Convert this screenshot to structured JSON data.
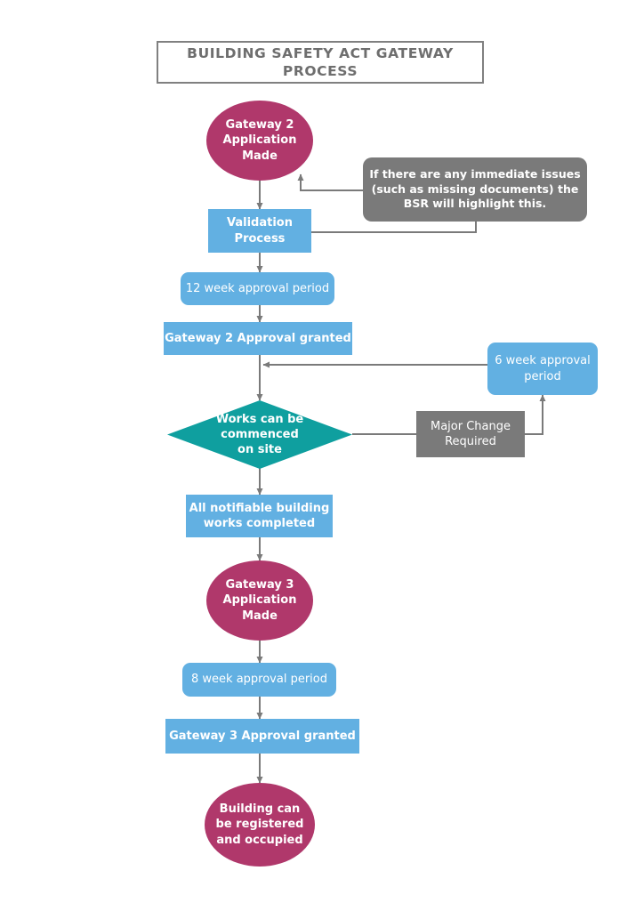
{
  "diagram": {
    "title": "BUILDING SAFETY ACT GATEWAY PROCESS",
    "type": "flowchart",
    "colors": {
      "magenta": "#b0386b",
      "blue": "#62b0e2",
      "teal": "#0f9f9f",
      "gray": "#7a7a7a",
      "title_border": "#808080",
      "title_text": "#6e6e6e",
      "connector": "#7a7a7a",
      "background": "#ffffff"
    },
    "nodes": {
      "title": {
        "label": "BUILDING SAFETY ACT GATEWAY PROCESS",
        "shape": "rectangle",
        "color": "#ffffff"
      },
      "gateway2_application": {
        "label": "Gateway 2\nApplication\nMade",
        "shape": "ellipse",
        "color": "#b0386b"
      },
      "bsr_note": {
        "label": "If there are any immediate issues\n(such as missing documents) the\nBSR will highlight this.",
        "shape": "rounded-rectangle",
        "color": "#7a7a7a"
      },
      "validation_process": {
        "label": "Validation\nProcess",
        "shape": "rectangle",
        "color": "#62b0e2"
      },
      "twelve_week": {
        "label": "12 week approval period",
        "shape": "rounded-rectangle",
        "color": "#62b0e2"
      },
      "gateway2_approval": {
        "label": "Gateway 2 Approval granted",
        "shape": "rectangle",
        "color": "#62b0e2"
      },
      "six_week": {
        "label": "6 week approval\nperiod",
        "shape": "rounded-rectangle",
        "color": "#62b0e2"
      },
      "works_commenced": {
        "label": "Works can be\ncommenced\non site",
        "shape": "diamond",
        "color": "#0f9f9f"
      },
      "major_change": {
        "label": "Major Change\nRequired",
        "shape": "rectangle",
        "color": "#7a7a7a"
      },
      "works_completed": {
        "label": "All notifiable building\nworks completed",
        "shape": "rectangle",
        "color": "#62b0e2"
      },
      "gateway3_application": {
        "label": "Gateway 3\nApplication\nMade",
        "shape": "ellipse",
        "color": "#b0386b"
      },
      "eight_week": {
        "label": "8 week approval period",
        "shape": "rounded-rectangle",
        "color": "#62b0e2"
      },
      "gateway3_approval": {
        "label": "Gateway 3 Approval granted",
        "shape": "rectangle",
        "color": "#62b0e2"
      },
      "building_occupied": {
        "label": "Building can\nbe registered\nand occupied",
        "shape": "ellipse",
        "color": "#b0386b"
      }
    },
    "edges": [
      {
        "from": "gateway2_application",
        "to": "validation_process",
        "style": "arrow-down"
      },
      {
        "from": "bsr_note",
        "to": "gateway2_application",
        "style": "elbow-arrow-up"
      },
      {
        "from": "validation_process",
        "to": "bsr_note",
        "style": "elbow-line"
      },
      {
        "from": "validation_process",
        "to": "twelve_week",
        "style": "arrow-down"
      },
      {
        "from": "twelve_week",
        "to": "gateway2_approval",
        "style": "arrow-down"
      },
      {
        "from": "gateway2_approval",
        "to": "works_commenced",
        "style": "arrow-down"
      },
      {
        "from": "six_week",
        "to": "gateway2_approval",
        "style": "elbow-arrow-left"
      },
      {
        "from": "works_commenced",
        "to": "major_change",
        "style": "line-right"
      },
      {
        "from": "major_change",
        "to": "six_week",
        "style": "elbow-arrow-up"
      },
      {
        "from": "works_commenced",
        "to": "works_completed",
        "style": "arrow-down"
      },
      {
        "from": "works_completed",
        "to": "gateway3_application",
        "style": "arrow-down"
      },
      {
        "from": "gateway3_application",
        "to": "eight_week",
        "style": "arrow-down"
      },
      {
        "from": "eight_week",
        "to": "gateway3_approval",
        "style": "arrow-down"
      },
      {
        "from": "gateway3_approval",
        "to": "building_occupied",
        "style": "arrow-down"
      }
    ]
  }
}
